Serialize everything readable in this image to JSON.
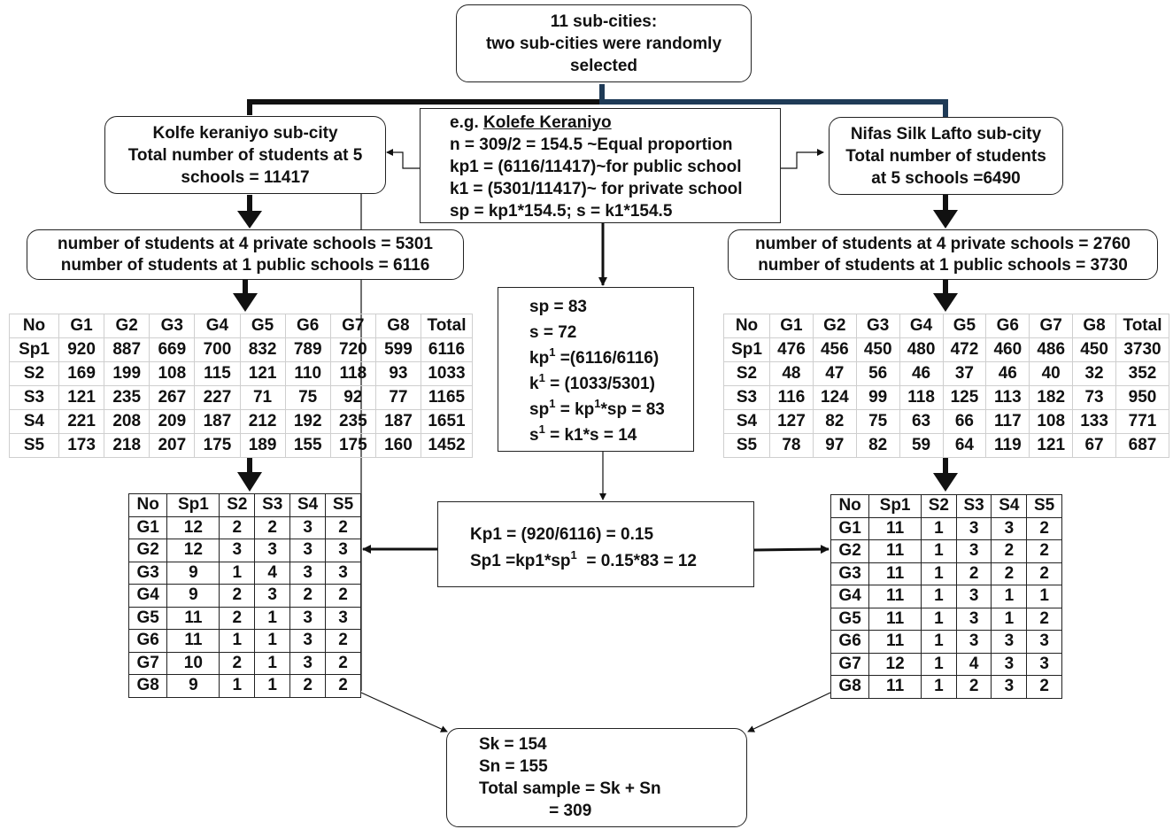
{
  "top": {
    "lines": [
      "11 sub-cities:",
      "two sub-cities were randomly",
      "selected"
    ]
  },
  "kolfe": {
    "lines": [
      "Kolfe keraniyo sub-city",
      "Total number of students at 5",
      "schools = 11417"
    ]
  },
  "nifas": {
    "lines": [
      "Nifas Silk Lafto sub-city",
      "Total number of students",
      "at 5 schools =6490"
    ]
  },
  "example": {
    "prefix": "e.g. ",
    "title": "Kolefe Keraniyo",
    "lines": [
      "n = 309/2 = 154.5 ~Equal proportion",
      "kp1 = (6116/11417)~for public school",
      "k1 = (5301/11417)~ for private school",
      "sp = kp1*154.5; s = k1*154.5"
    ]
  },
  "kolfe_split": {
    "lines": [
      "number of students at 4 private schools = 5301",
      "number of students at 1 public schools = 6116"
    ]
  },
  "nifas_split": {
    "lines": [
      "number of students at 4 private schools = 2760",
      "number of students at 1 public schools = 3730"
    ]
  },
  "calc": {
    "l1": "sp = 83",
    "l2": "s = 72",
    "l3a": "kp",
    "l3sup": "1",
    "l3b": " =(6116/6116)",
    "l4a": "k",
    "l4sup": "1",
    "l4b": " = (1033/5301)",
    "l5a": "sp",
    "l5sup1": "1",
    "l5b": " = kp",
    "l5sup2": "1",
    "l5c": "*sp = 83",
    "l6a": "s",
    "l6sup": "1",
    "l6b": " = k1*s = 14"
  },
  "kp_box": {
    "l1": "Kp1 = (920/6116) = 0.15",
    "l2a": "Sp1 =kp1*sp",
    "l2sup": "1",
    "l2b": "  = 0.15*83 = 12"
  },
  "kolfe_table": {
    "header": [
      "No",
      "G1",
      "G2",
      "G3",
      "G4",
      "G5",
      "G6",
      "G7",
      "G8",
      "Total"
    ],
    "rows": [
      [
        "Sp1",
        "920",
        "887",
        "669",
        "700",
        "832",
        "789",
        "720",
        "599",
        "6116"
      ],
      [
        "S2",
        "169",
        "199",
        "108",
        "115",
        "121",
        "110",
        "118",
        "93",
        "1033"
      ],
      [
        "S3",
        "121",
        "235",
        "267",
        "227",
        "71",
        "75",
        "92",
        "77",
        "1165"
      ],
      [
        "S4",
        "221",
        "208",
        "209",
        "187",
        "212",
        "192",
        "235",
        "187",
        "1651"
      ],
      [
        "S5",
        "173",
        "218",
        "207",
        "175",
        "189",
        "155",
        "175",
        "160",
        "1452"
      ]
    ]
  },
  "nifas_table": {
    "header": [
      "No",
      "G1",
      "G2",
      "G3",
      "G4",
      "G5",
      "G6",
      "G7",
      "G8",
      "Total"
    ],
    "rows": [
      [
        "Sp1",
        "476",
        "456",
        "450",
        "480",
        "472",
        "460",
        "486",
        "450",
        "3730"
      ],
      [
        "S2",
        "48",
        "47",
        "56",
        "46",
        "37",
        "46",
        "40",
        "32",
        "352"
      ],
      [
        "S3",
        "116",
        "124",
        "99",
        "118",
        "125",
        "113",
        "182",
        "73",
        "950"
      ],
      [
        "S4",
        "127",
        "82",
        "75",
        "63",
        "66",
        "117",
        "108",
        "133",
        "771"
      ],
      [
        "S5",
        "78",
        "97",
        "82",
        "59",
        "64",
        "119",
        "121",
        "67",
        "687"
      ]
    ]
  },
  "kolfe_sample": {
    "header": [
      "No",
      "Sp1",
      "S2",
      "S3",
      "S4",
      "S5"
    ],
    "rows": [
      [
        "G1",
        "12",
        "2",
        "2",
        "3",
        "2"
      ],
      [
        "G2",
        "12",
        "3",
        "3",
        "3",
        "3"
      ],
      [
        "G3",
        "9",
        "1",
        "4",
        "3",
        "3"
      ],
      [
        "G4",
        "9",
        "2",
        "3",
        "2",
        "2"
      ],
      [
        "G5",
        "11",
        "2",
        "1",
        "3",
        "3"
      ],
      [
        "G6",
        "11",
        "1",
        "1",
        "3",
        "2"
      ],
      [
        "G7",
        "10",
        "2",
        "1",
        "3",
        "2"
      ],
      [
        "G8",
        "9",
        "1",
        "1",
        "2",
        "2"
      ]
    ]
  },
  "nifas_sample": {
    "header": [
      "No",
      "Sp1",
      "S2",
      "S3",
      "S4",
      "S5"
    ],
    "rows": [
      [
        "G1",
        "11",
        "1",
        "3",
        "3",
        "2"
      ],
      [
        "G2",
        "11",
        "1",
        "3",
        "2",
        "2"
      ],
      [
        "G3",
        "11",
        "1",
        "2",
        "2",
        "2"
      ],
      [
        "G4",
        "11",
        "1",
        "3",
        "1",
        "1"
      ],
      [
        "G5",
        "11",
        "1",
        "3",
        "1",
        "2"
      ],
      [
        "G6",
        "11",
        "1",
        "3",
        "3",
        "3"
      ],
      [
        "G7",
        "12",
        "1",
        "4",
        "3",
        "3"
      ],
      [
        "G8",
        "11",
        "1",
        "2",
        "3",
        "2"
      ]
    ]
  },
  "total": {
    "lines": [
      "Sk = 154",
      "Sn = 155",
      "Total sample = Sk + Sn",
      "               = 309"
    ]
  },
  "colors": {
    "line": "#111111",
    "blue_line": "#1f3b57",
    "border": "#222222",
    "grid": "#cfcfcf"
  }
}
